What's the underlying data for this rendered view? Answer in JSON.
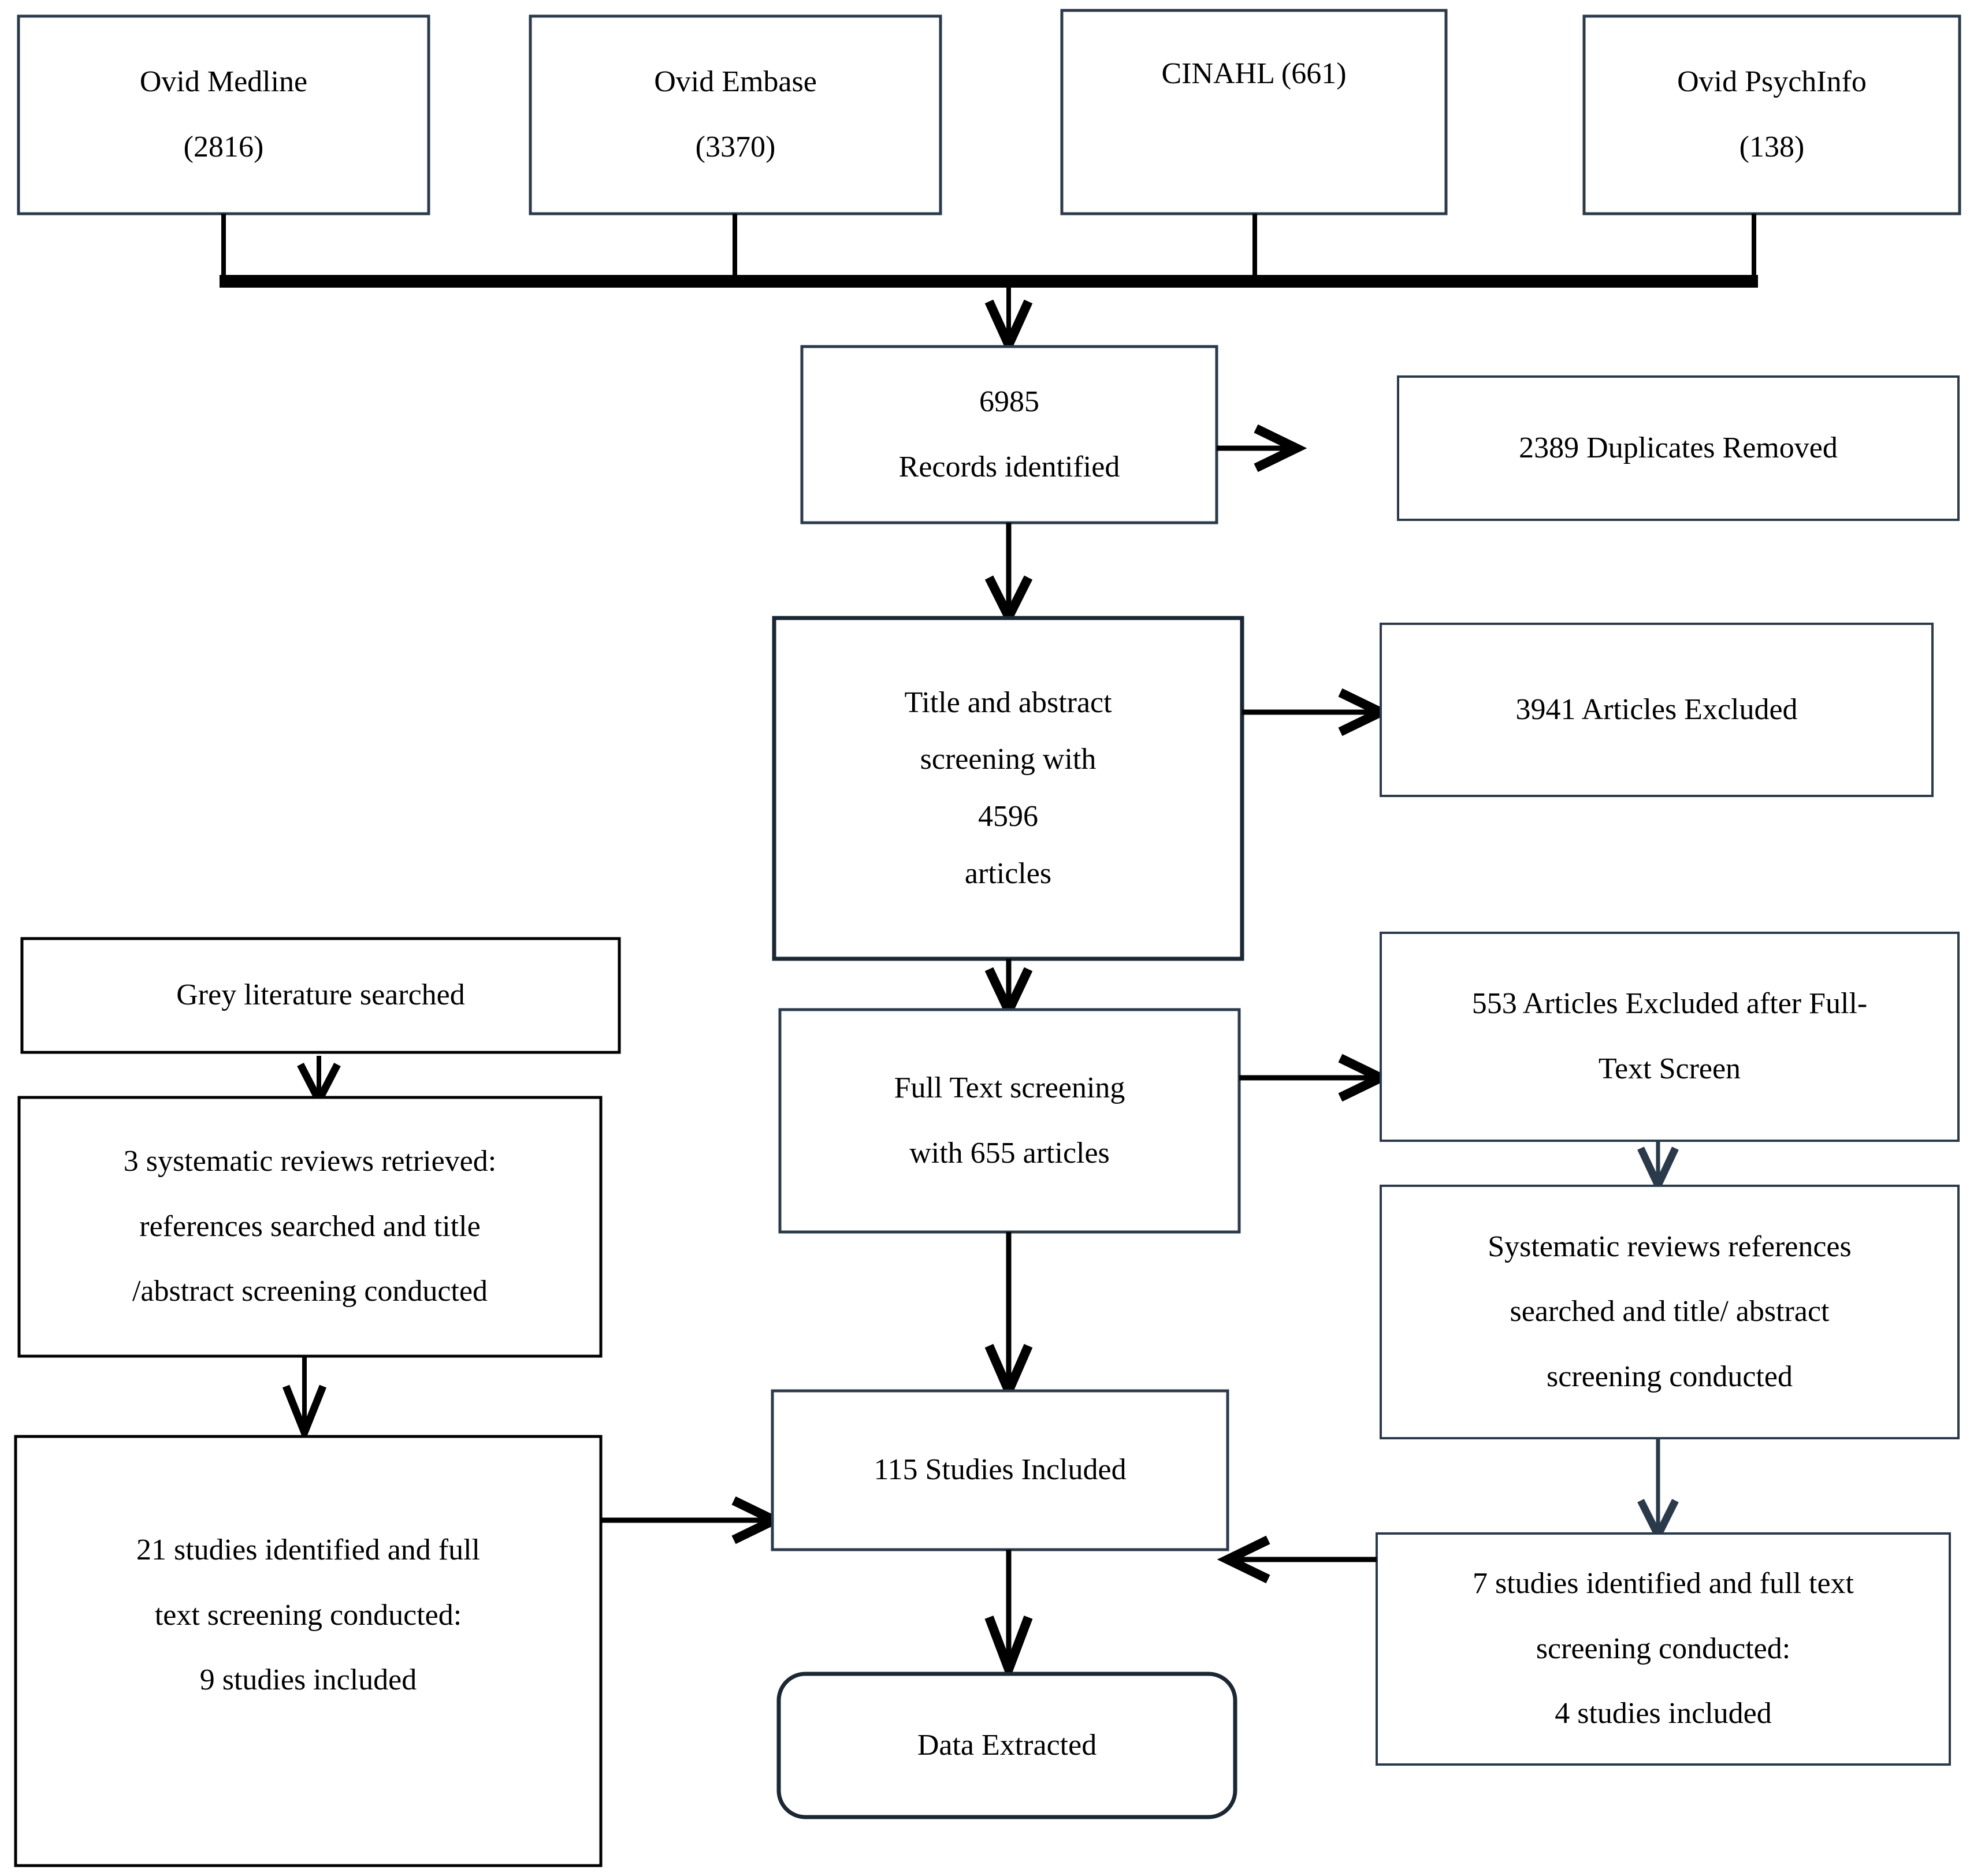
{
  "diagram": {
    "type": "prisma-flow-diagram",
    "title": "",
    "colors": {
      "box_border": "#2b3a4a",
      "connector": "#000000",
      "background": "#ffffff",
      "text": "#000000"
    }
  },
  "sources": [
    {
      "id": "ovid-medline",
      "lines": [
        "Ovid Medline",
        "(2816)"
      ],
      "count": 2816,
      "name": "Ovid Medline"
    },
    {
      "id": "ovid-embase",
      "lines": [
        "Ovid Embase",
        "(3370)"
      ],
      "count": 3370,
      "name": "Ovid Embase"
    },
    {
      "id": "cinahl",
      "lines": [
        "CINAHL (661)"
      ],
      "count": 661,
      "name": "CINAHL"
    },
    {
      "id": "ovid-psychinfo",
      "lines": [
        "Ovid PsychInfo",
        "(138)"
      ],
      "count": 138,
      "name": "Ovid PsychInfo"
    }
  ],
  "main_flow": {
    "records_identified": {
      "lines": [
        "6985",
        "Records identified"
      ],
      "count": 6985
    },
    "title_abstract_screening": {
      "lines": [
        "Title and abstract",
        "screening with",
        "4596",
        "articles"
      ],
      "count": 4596
    },
    "full_text_screening": {
      "lines": [
        "Full Text screening",
        "with 655 articles"
      ],
      "count": 655
    },
    "studies_included": {
      "lines": [
        "115 Studies Included"
      ],
      "count": 115
    },
    "data_extracted": {
      "lines": [
        "Data Extracted"
      ]
    }
  },
  "exclusions": {
    "duplicates_removed": {
      "lines": [
        "2389 Duplicates Removed"
      ],
      "count": 2389
    },
    "articles_excluded": {
      "lines": [
        "3941 Articles Excluded"
      ],
      "count": 3941
    },
    "full_text_excluded": {
      "lines": [
        "553 Articles Excluded after Full-",
        "Text Screen"
      ],
      "count": 553
    }
  },
  "grey_literature_branch": {
    "grey_literature_searched": {
      "lines": [
        "Grey literature searched"
      ]
    },
    "systematic_reviews_retrieved": {
      "lines": [
        "3 systematic reviews retrieved:",
        "references searched and title",
        "/abstract screening conducted"
      ],
      "count": 3
    },
    "studies_identified_full_text": {
      "lines": [
        "21 studies identified and full",
        "text screening conducted:",
        "9 studies included"
      ],
      "identified": 21,
      "included": 9
    }
  },
  "reference_search_branch": {
    "systematic_reviews_references": {
      "lines": [
        "Systematic reviews references",
        "searched and title/ abstract",
        "screening conducted"
      ]
    },
    "studies_identified_full_text": {
      "lines": [
        "7 studies identified and full text",
        "screening conducted:",
        "4 studies included"
      ],
      "identified": 7,
      "included": 4
    }
  },
  "chart_data": {
    "type": "diagram",
    "nodes": [
      {
        "key": "ovid-medline",
        "label": "Ovid Medline (2816)",
        "value": 2816
      },
      {
        "key": "ovid-embase",
        "label": "Ovid Embase (3370)",
        "value": 3370
      },
      {
        "key": "cinahl",
        "label": "CINAHL (661)",
        "value": 661
      },
      {
        "key": "ovid-psychinfo",
        "label": "Ovid PsychInfo (138)",
        "value": 138
      },
      {
        "key": "records-identified",
        "label": "6985 Records identified",
        "value": 6985
      },
      {
        "key": "duplicates-removed",
        "label": "2389 Duplicates Removed",
        "value": 2389
      },
      {
        "key": "title-abstract",
        "label": "Title and abstract screening with 4596 articles",
        "value": 4596
      },
      {
        "key": "articles-excluded",
        "label": "3941 Articles Excluded",
        "value": 3941
      },
      {
        "key": "full-text",
        "label": "Full Text screening with 655 articles",
        "value": 655
      },
      {
        "key": "full-text-excluded",
        "label": "553 Articles Excluded after Full-Text Screen",
        "value": 553
      },
      {
        "key": "grey-literature",
        "label": "Grey literature searched",
        "value": null
      },
      {
        "key": "systematic-reviews-retrieved",
        "label": "3 systematic reviews retrieved",
        "value": 3
      },
      {
        "key": "grey-studies",
        "label": "21 studies identified and full text screening conducted: 9 studies included",
        "value": 9
      },
      {
        "key": "sr-references",
        "label": "Systematic reviews references searched and title/ abstract screening conducted",
        "value": null
      },
      {
        "key": "sr-studies",
        "label": "7 studies identified and full text screening conducted: 4 studies included",
        "value": 4
      },
      {
        "key": "studies-included",
        "label": "115 Studies Included",
        "value": 115
      },
      {
        "key": "data-extracted",
        "label": "Data Extracted",
        "value": null
      }
    ]
  }
}
